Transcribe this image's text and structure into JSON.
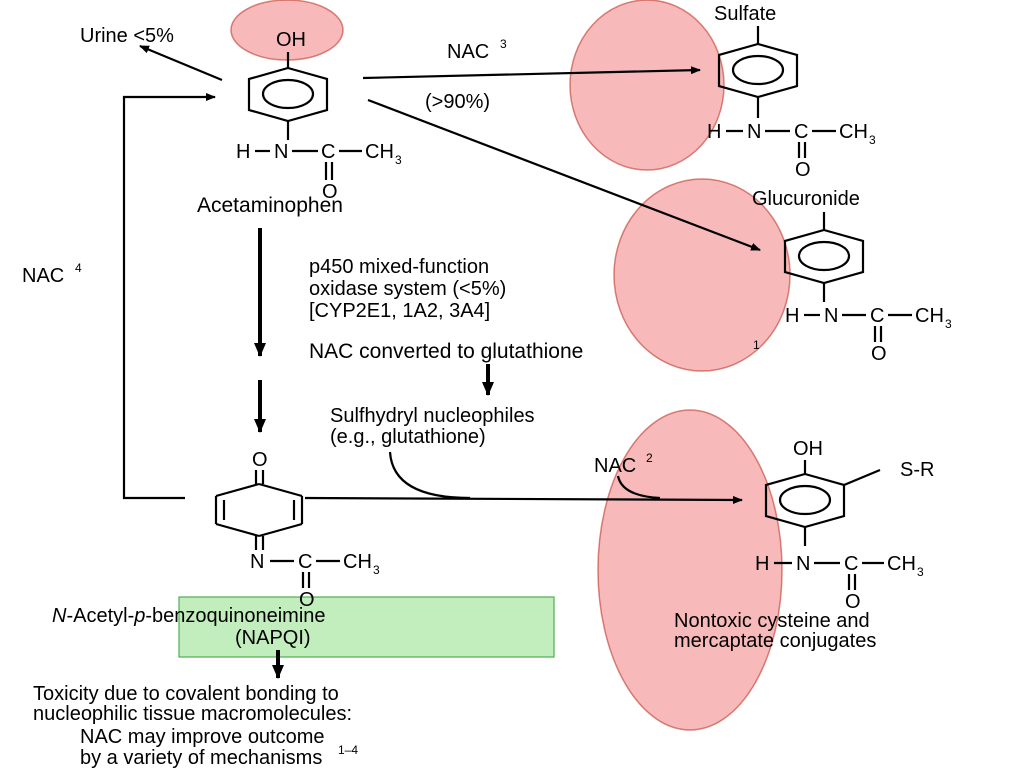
{
  "colors": {
    "highlight_circle": "#f08080",
    "highlight_circle_stroke": "#c0392b",
    "highlight_box": "#a8e6a1",
    "highlight_box_stroke": "#4caf50"
  },
  "acetaminophen": {
    "oh": "OH",
    "side_chain_h": "H",
    "side_chain_n": "N",
    "side_chain_c": "C",
    "side_chain_ch3": "CH",
    "side_chain_ch3_sub": "3",
    "carbonyl_o": "O",
    "name": "Acetaminophen"
  },
  "urine": {
    "label": "Urine <5%"
  },
  "sulfate_path": {
    "nac": "NAC",
    "nac_sup": "3",
    "percent": "(>90%)"
  },
  "sulfate": {
    "label": "Sulfate",
    "h": "H",
    "n": "N",
    "c": "C",
    "ch3": "CH",
    "ch3_sub": "3",
    "o": "O"
  },
  "glucuronide": {
    "label": "Glucuronide",
    "h": "H",
    "n": "N",
    "c": "C",
    "ch3": "CH",
    "ch3_sub": "3",
    "o": "O"
  },
  "p450": {
    "line1": "p450 mixed-function",
    "line2": "oxidase system (<5%)",
    "line3": "[CYP2E1, 1A2, 3A4]"
  },
  "nac_converted": {
    "text": "NAC converted to glutathione",
    "sup": "1"
  },
  "sulfhydryl": {
    "line1": "Sulfhydryl nucleophiles",
    "line2": "(e.g., glutathione)"
  },
  "nac4": {
    "nac": "NAC",
    "sup": "4"
  },
  "nac2": {
    "nac": "NAC",
    "sup": "2"
  },
  "napqi": {
    "o": "O",
    "n": "N",
    "c": "C",
    "ch3": "CH",
    "ch3_sub": "3",
    "carbonyl_o": "O",
    "name_prefix": "N",
    "name_rest_1": "-Acetyl-",
    "name_p": "p",
    "name_rest_2": "-benzoquinoneimine",
    "abbr": "(NAPQI)"
  },
  "conjugates": {
    "oh": "OH",
    "sr": "S-R",
    "h": "H",
    "n": "N",
    "c": "C",
    "ch3": "CH",
    "ch3_sub": "3",
    "o": "O",
    "line1": "Nontoxic cysteine and",
    "line2": "mercaptate conjugates"
  },
  "toxicity": {
    "line1": "Toxicity due to covalent bonding to",
    "line2": "nucleophilic tissue macromolecules:",
    "line3": "NAC may improve outcome",
    "line4": "by a variety of mechanisms",
    "line4_sup": "1–4"
  }
}
